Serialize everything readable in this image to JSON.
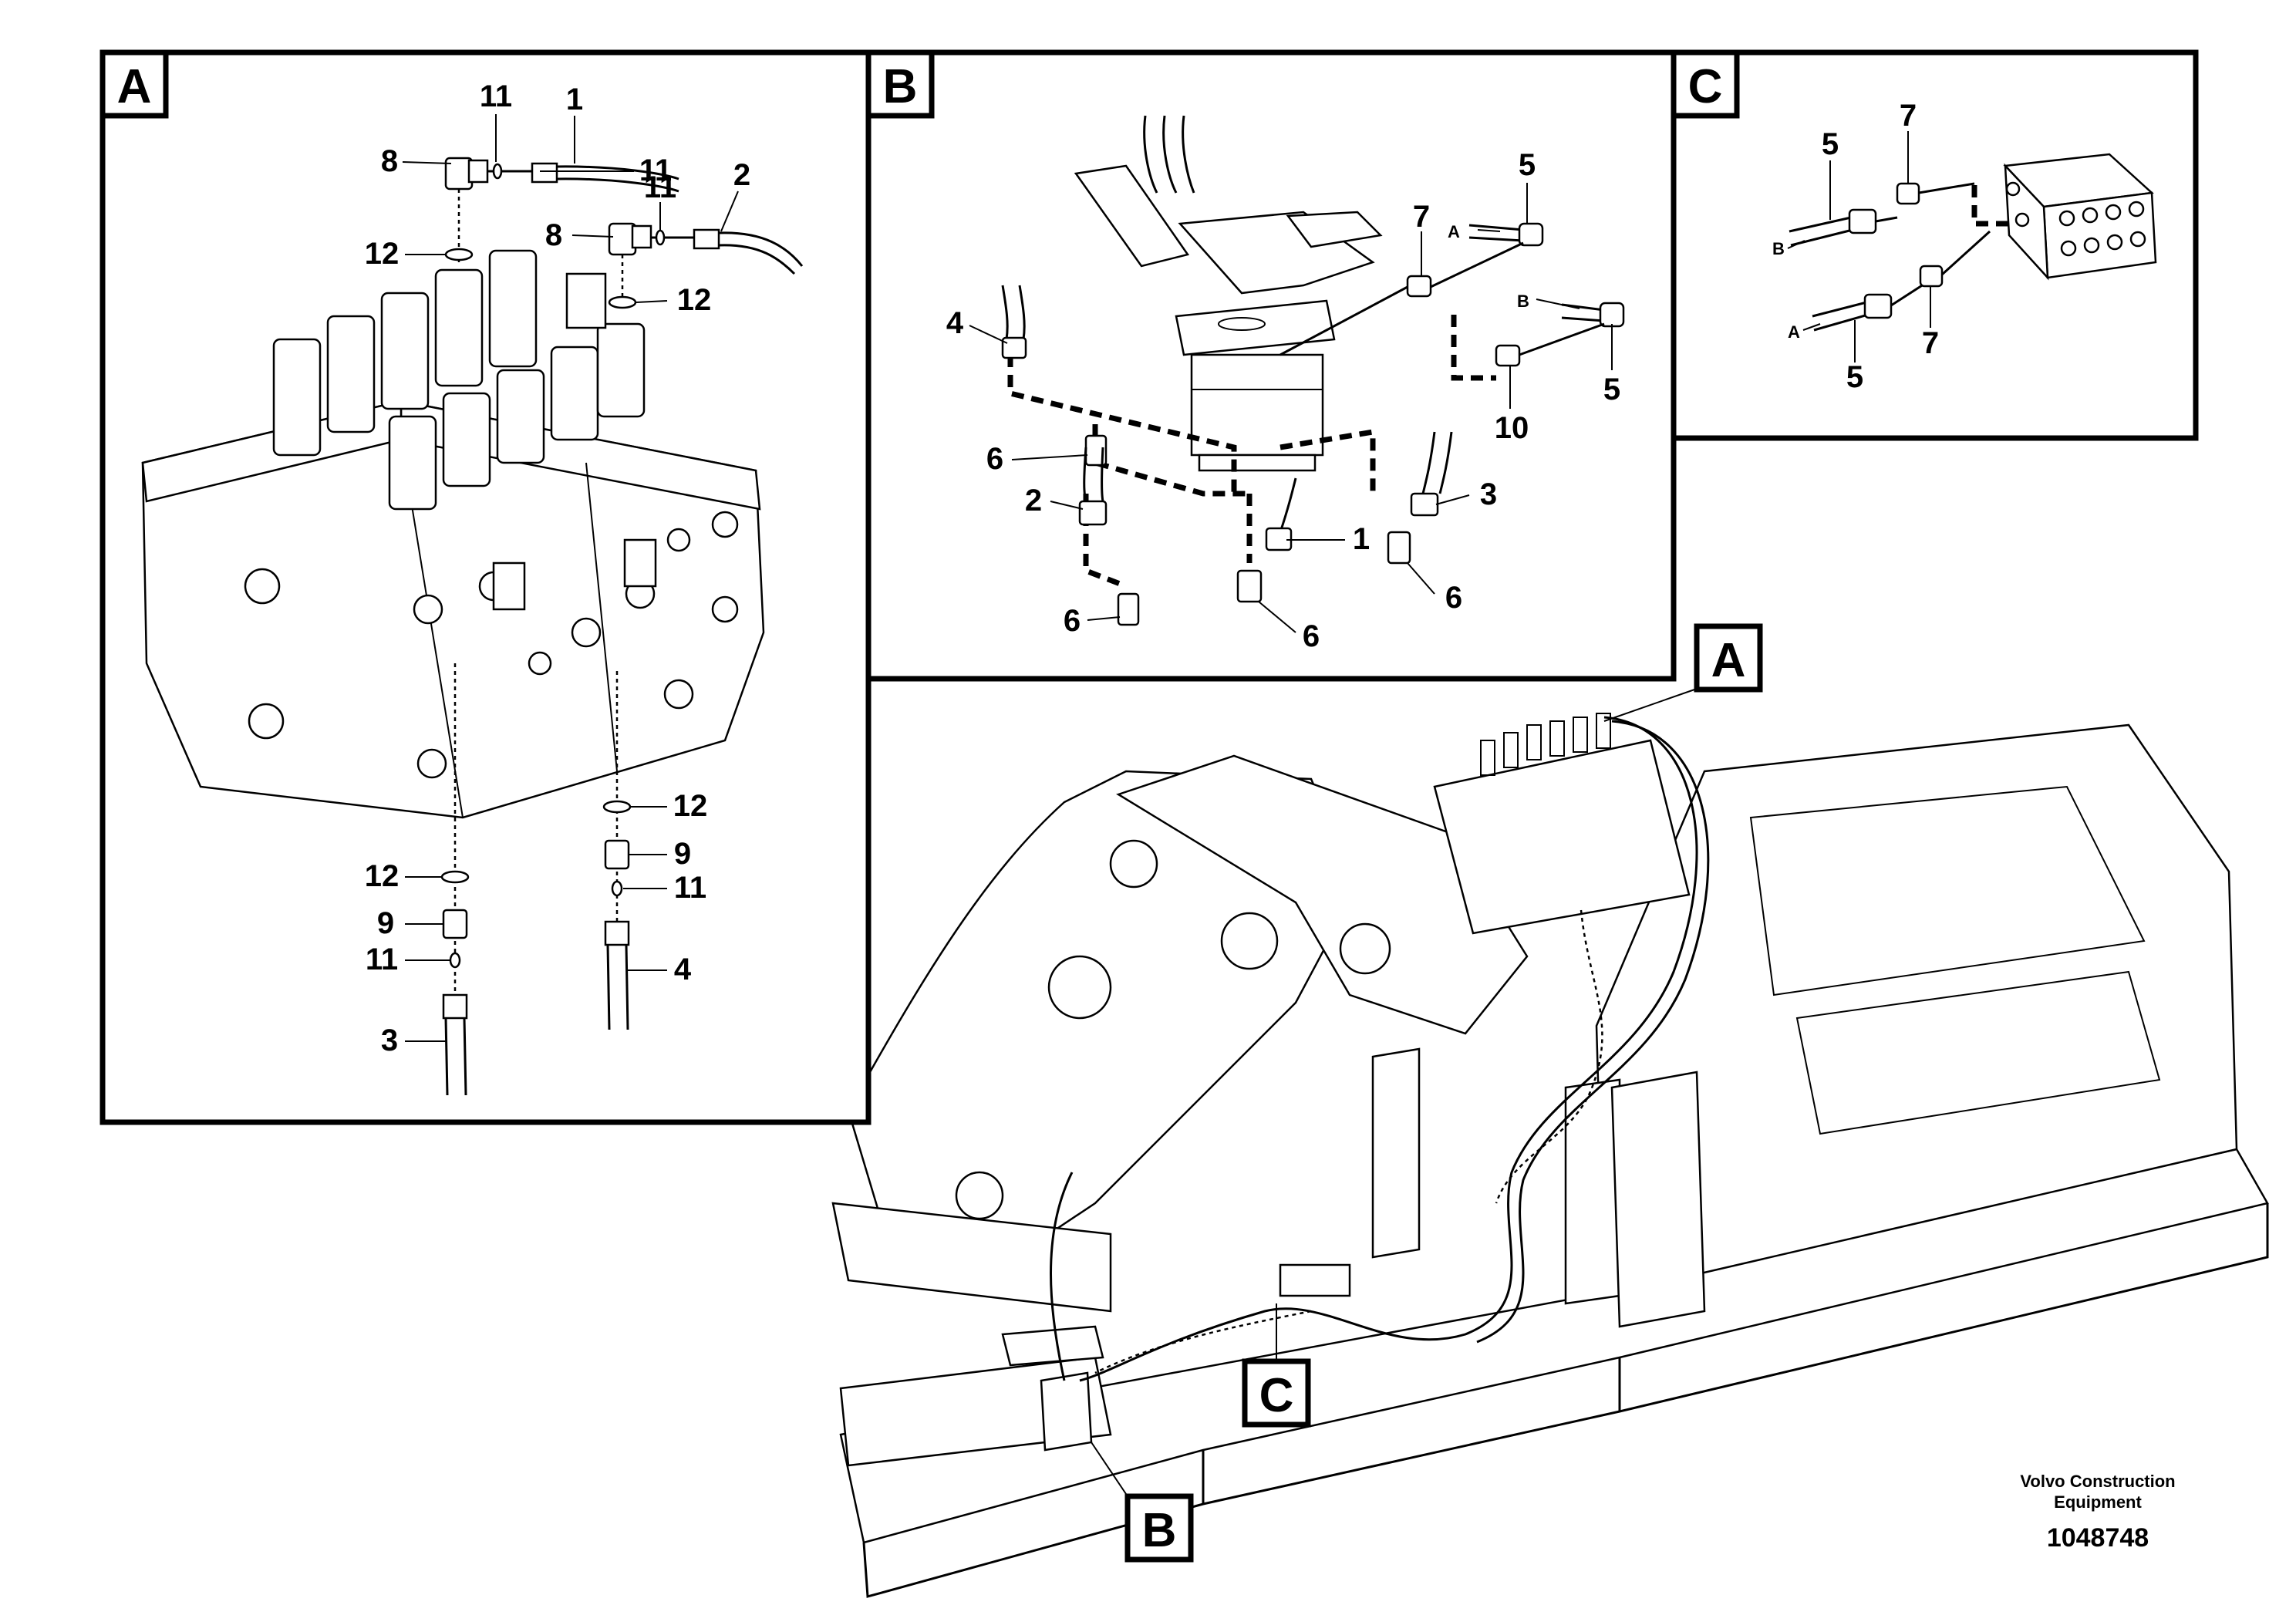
{
  "panels": {
    "a": {
      "tag": "A",
      "callouts": [
        "11",
        "1",
        "8",
        "11",
        "2",
        "11",
        "8",
        "12",
        "12",
        "12",
        "9",
        "11",
        "4",
        "12",
        "9",
        "11",
        "3"
      ]
    },
    "b": {
      "tag": "B",
      "callouts": [
        "5",
        "7",
        "A",
        "B",
        "5",
        "10",
        "4",
        "6",
        "2",
        "1",
        "3",
        "6",
        "6",
        "6"
      ]
    },
    "c": {
      "tag": "C",
      "callouts": [
        "5",
        "7",
        "B",
        "A",
        "5",
        "7"
      ]
    }
  },
  "overview_tags": [
    "A",
    "B",
    "C"
  ],
  "footer": {
    "brand_line1": "Volvo Construction",
    "brand_line2": "Equipment",
    "part_number": "1048748"
  }
}
